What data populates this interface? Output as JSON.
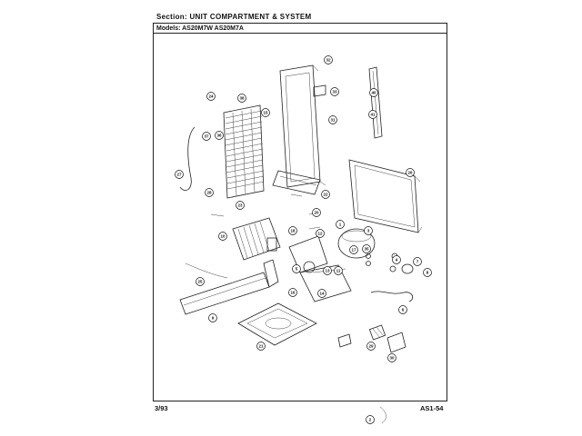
{
  "header": {
    "section": "Section:  UNIT COMPARTMENT & SYSTEM",
    "models": "Models:  AS20M7W   AS20M7A"
  },
  "footer": {
    "date": "3/93",
    "code": "AS1-54"
  },
  "callouts": [
    {
      "label": "32"
    },
    {
      "label": "33"
    },
    {
      "label": "31"
    },
    {
      "label": "40"
    },
    {
      "label": "41"
    },
    {
      "label": "24"
    },
    {
      "label": "38"
    },
    {
      "label": "15"
    },
    {
      "label": "36"
    },
    {
      "label": "37"
    },
    {
      "label": "27"
    },
    {
      "label": "28"
    },
    {
      "label": "26"
    },
    {
      "label": "22"
    },
    {
      "label": "23"
    },
    {
      "label": "20"
    },
    {
      "label": "1"
    },
    {
      "label": "3"
    },
    {
      "label": "10"
    },
    {
      "label": "18"
    },
    {
      "label": "12"
    },
    {
      "label": "11"
    },
    {
      "label": "4"
    },
    {
      "label": "7"
    },
    {
      "label": "5"
    },
    {
      "label": "8"
    },
    {
      "label": "16"
    },
    {
      "label": "13"
    },
    {
      "label": "14"
    },
    {
      "label": "25"
    },
    {
      "label": "9"
    },
    {
      "label": "6"
    },
    {
      "label": "21"
    },
    {
      "label": "29"
    },
    {
      "label": "30"
    },
    {
      "label": "2"
    },
    {
      "label": "35"
    },
    {
      "label": "17"
    }
  ]
}
